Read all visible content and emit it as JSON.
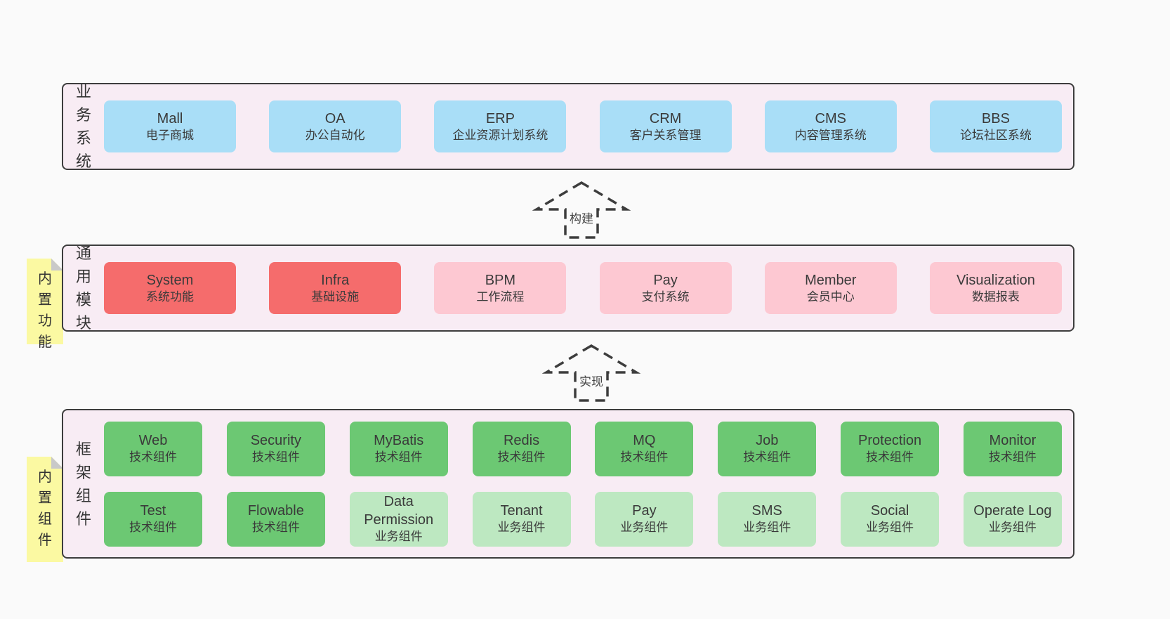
{
  "colors": {
    "page_bg": "#fafafa",
    "panel_bg": "#f8ecf4",
    "panel_border": "#3d3d3d",
    "blue_box": "#a9def7",
    "red_box": "#f56c6c",
    "pink_box": "#fdc8d2",
    "green_box": "#6cc873",
    "light_green_box": "#bde8c1",
    "tab_yellow": "#fbf9a2",
    "tab_fold_gray": "#c9c9c9"
  },
  "arrows": {
    "build": "构建",
    "implement": "实现"
  },
  "sections": {
    "business": {
      "label": "业务系统",
      "boxes": [
        {
          "name": "Mall",
          "sub": "电子商城"
        },
        {
          "name": "OA",
          "sub": "办公自动化"
        },
        {
          "name": "ERP",
          "sub": "企业资源计划系统"
        },
        {
          "name": "CRM",
          "sub": "客户关系管理"
        },
        {
          "name": "CMS",
          "sub": "内容管理系统"
        },
        {
          "name": "BBS",
          "sub": "论坛社区系统"
        }
      ]
    },
    "modules": {
      "label": "通用模块",
      "tab": "内置功能",
      "boxes": [
        {
          "name": "System",
          "sub": "系统功能"
        },
        {
          "name": "Infra",
          "sub": "基础设施"
        },
        {
          "name": "BPM",
          "sub": "工作流程"
        },
        {
          "name": "Pay",
          "sub": "支付系统"
        },
        {
          "name": "Member",
          "sub": "会员中心"
        },
        {
          "name": "Visualization",
          "sub": "数据报表"
        }
      ]
    },
    "framework": {
      "label": "框架组件",
      "tab": "内置组件",
      "row1": [
        {
          "name": "Web",
          "sub": "技术组件"
        },
        {
          "name": "Security",
          "sub": "技术组件"
        },
        {
          "name": "MyBatis",
          "sub": "技术组件"
        },
        {
          "name": "Redis",
          "sub": "技术组件"
        },
        {
          "name": "MQ",
          "sub": "技术组件"
        },
        {
          "name": "Job",
          "sub": "技术组件"
        },
        {
          "name": "Protection",
          "sub": "技术组件"
        },
        {
          "name": "Monitor",
          "sub": "技术组件"
        }
      ],
      "row2": [
        {
          "name": "Test",
          "sub": "技术组件"
        },
        {
          "name": "Flowable",
          "sub": "技术组件"
        },
        {
          "name": "Data Permission",
          "sub": "业务组件"
        },
        {
          "name": "Tenant",
          "sub": "业务组件"
        },
        {
          "name": "Pay",
          "sub": "业务组件"
        },
        {
          "name": "SMS",
          "sub": "业务组件"
        },
        {
          "name": "Social",
          "sub": "业务组件"
        },
        {
          "name": "Operate Log",
          "sub": "业务组件"
        }
      ]
    }
  }
}
